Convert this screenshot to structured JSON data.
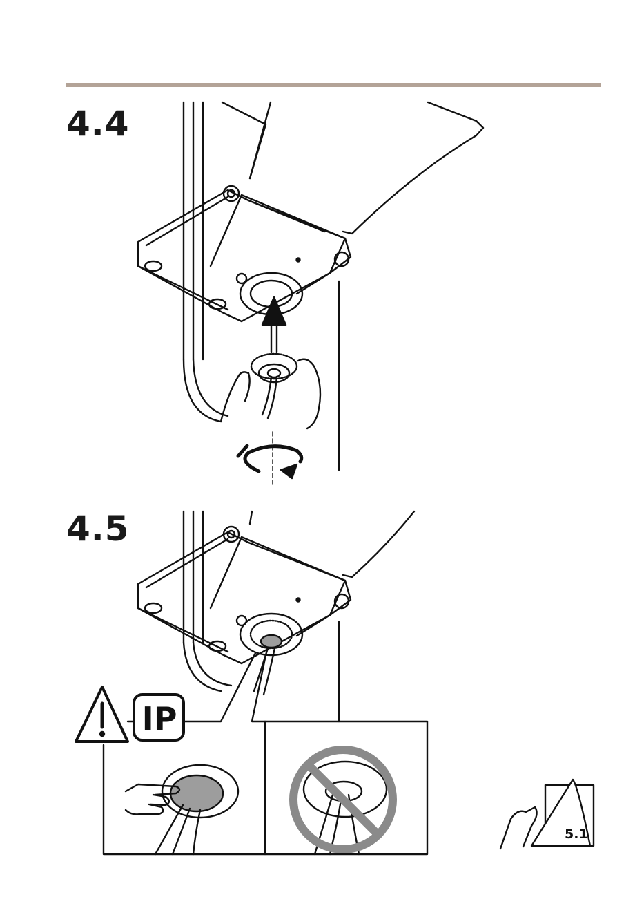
{
  "steps": {
    "step_a": "4.4",
    "step_b": "4.5"
  },
  "warning": {
    "ip_label": "IP",
    "icon": "warning-triangle-icon"
  },
  "page_ref": "5.1",
  "colors": {
    "rule": "#b3a397",
    "ink": "#1a1a1a",
    "gasket": "#9d9d9d",
    "prohibit": "#8a8a8a"
  }
}
